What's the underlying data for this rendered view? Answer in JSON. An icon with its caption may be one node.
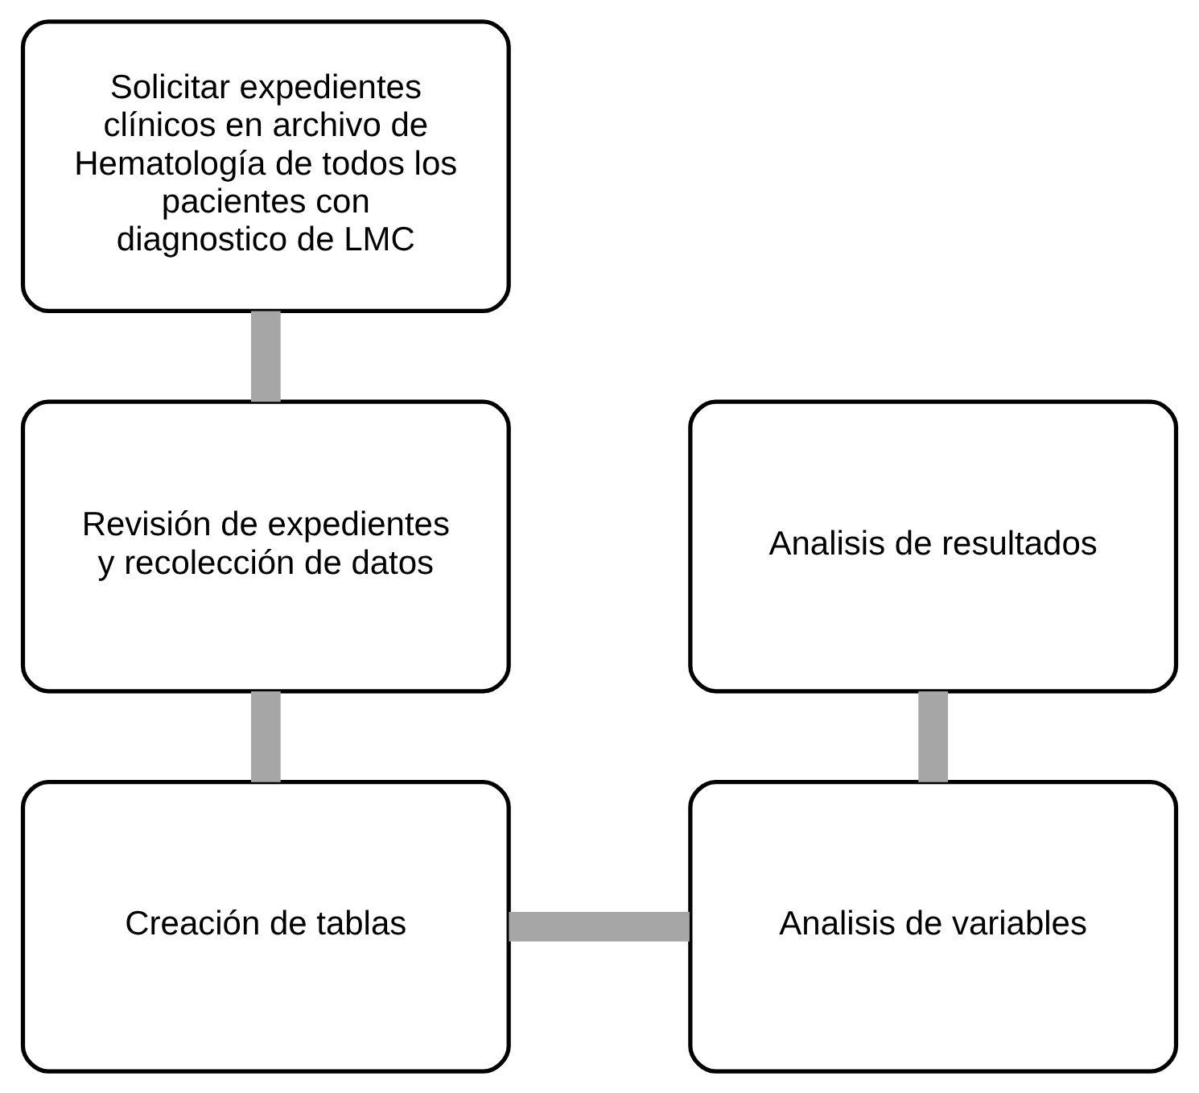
{
  "diagram": {
    "nodes": [
      {
        "text": [
          "Solicitar expedientes clínicos en archivo de Hematología de todos los pacientes con diagnostico de LMC"
        ]
      },
      {
        "text": [
          "Revisión de expedientes y recolección de datos"
        ]
      },
      {
        "text": [
          "Creación de tablas"
        ]
      },
      {
        "text": [
          "Analisis de variables"
        ]
      },
      {
        "text": [
          "Analisis de resultados"
        ]
      }
    ],
    "edges": [
      {
        "from": 0,
        "to": 1,
        "arrow": "none"
      },
      {
        "from": 1,
        "to": 2,
        "arrow": "none"
      },
      {
        "from": 2,
        "to": 3,
        "arrow": "none"
      },
      {
        "from": 3,
        "to": 4,
        "arrow": "none"
      }
    ]
  }
}
